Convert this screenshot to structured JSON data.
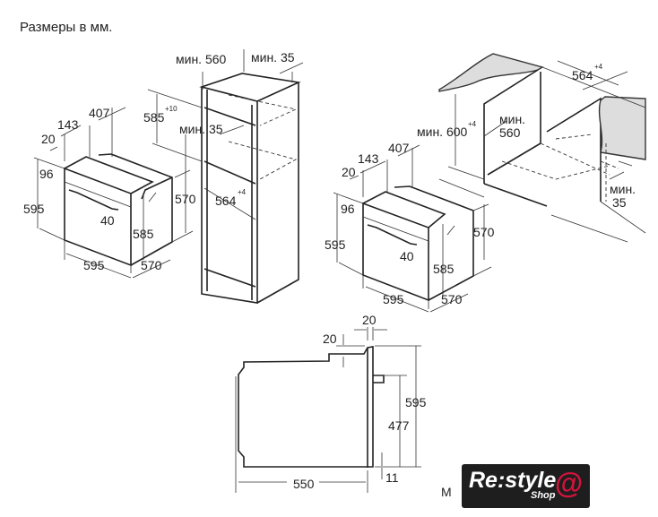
{
  "title": "Размеры в мм.",
  "left_figure": {
    "oven": {
      "d407": "407",
      "d143": "143",
      "d20": "20",
      "d96": "96",
      "d595h": "595",
      "d40": "40",
      "d570h": "570",
      "d585": "585",
      "d595w": "595",
      "d570d": "570"
    },
    "cabinet": {
      "min560": "мин. 560",
      "min35_top": "мин. 35",
      "h585": "585",
      "h585_tol": "+10",
      "min35_mid": "мин. 35",
      "w564": "564",
      "w564_tol": "+4"
    }
  },
  "right_figure": {
    "cabinet": {
      "w564": "564",
      "w564_tol": "+4",
      "min600": "мин. 600",
      "min600_tol": "+4",
      "min560_a": "мин.",
      "min560_b": "560",
      "min35_a": "мин.",
      "min35_b": "35"
    },
    "oven": {
      "d407": "407",
      "d143": "143",
      "d20": "20",
      "d96": "96",
      "d595h": "595",
      "d40": "40",
      "d570h": "570",
      "d585": "585",
      "d595w": "595",
      "d570d": "570"
    }
  },
  "side_view": {
    "top20": "20",
    "left20": "20",
    "h595": "595",
    "h477": "477",
    "h11": "11",
    "w550": "550",
    "label_m": "M"
  },
  "logo": {
    "brand": "Re:style",
    "sub": "Shop",
    "at": "@"
  },
  "colors": {
    "line": "#222222",
    "logo_bg": "#1e1e1e",
    "logo_accent": "#d0143c"
  }
}
